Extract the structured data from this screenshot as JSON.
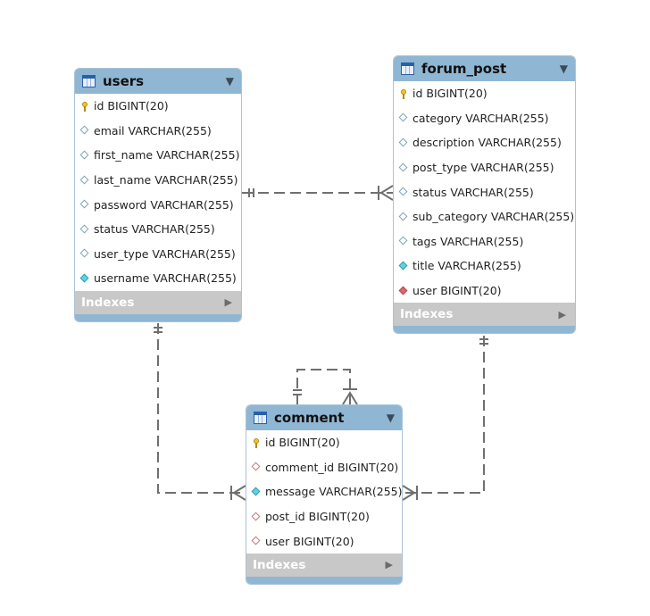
{
  "tables": {
    "users": {
      "name": "users",
      "columns": [
        {
          "label": "id BIGINT(20)",
          "icon": "key-icon"
        },
        {
          "label": "email VARCHAR(255)",
          "icon": "diamond-icon"
        },
        {
          "label": "first_name VARCHAR(255)",
          "icon": "diamond-icon"
        },
        {
          "label": "last_name VARCHAR(255)",
          "icon": "diamond-icon"
        },
        {
          "label": "password VARCHAR(255)",
          "icon": "diamond-icon"
        },
        {
          "label": "status VARCHAR(255)",
          "icon": "diamond-icon"
        },
        {
          "label": "user_type VARCHAR(255)",
          "icon": "diamond-icon"
        },
        {
          "label": "username VARCHAR(255)",
          "icon": "diamond-filled-icon"
        }
      ],
      "indexes_label": "Indexes"
    },
    "forum_post": {
      "name": "forum_post",
      "columns": [
        {
          "label": "id BIGINT(20)",
          "icon": "key-icon"
        },
        {
          "label": "category VARCHAR(255)",
          "icon": "diamond-icon"
        },
        {
          "label": "description VARCHAR(255)",
          "icon": "diamond-icon"
        },
        {
          "label": "post_type VARCHAR(255)",
          "icon": "diamond-icon"
        },
        {
          "label": "status VARCHAR(255)",
          "icon": "diamond-icon"
        },
        {
          "label": "sub_category VARCHAR(255)",
          "icon": "diamond-icon"
        },
        {
          "label": "tags VARCHAR(255)",
          "icon": "diamond-icon"
        },
        {
          "label": "title VARCHAR(255)",
          "icon": "diamond-filled-icon"
        },
        {
          "label": "user BIGINT(20)",
          "icon": "diamond-red-icon"
        }
      ],
      "indexes_label": "Indexes"
    },
    "comment": {
      "name": "comment",
      "columns": [
        {
          "label": "id BIGINT(20)",
          "icon": "key-icon"
        },
        {
          "label": "comment_id BIGINT(20)",
          "icon": "diamond-red-outline-icon"
        },
        {
          "label": "message VARCHAR(255)",
          "icon": "diamond-filled-icon"
        },
        {
          "label": "post_id BIGINT(20)",
          "icon": "diamond-red-outline-icon"
        },
        {
          "label": "user BIGINT(20)",
          "icon": "diamond-red-outline-icon"
        }
      ],
      "indexes_label": "Indexes"
    }
  },
  "colors": {
    "header": "#8fb6d2",
    "indexes_bar": "#c8c8c8",
    "connector": "#6f6f6f"
  }
}
